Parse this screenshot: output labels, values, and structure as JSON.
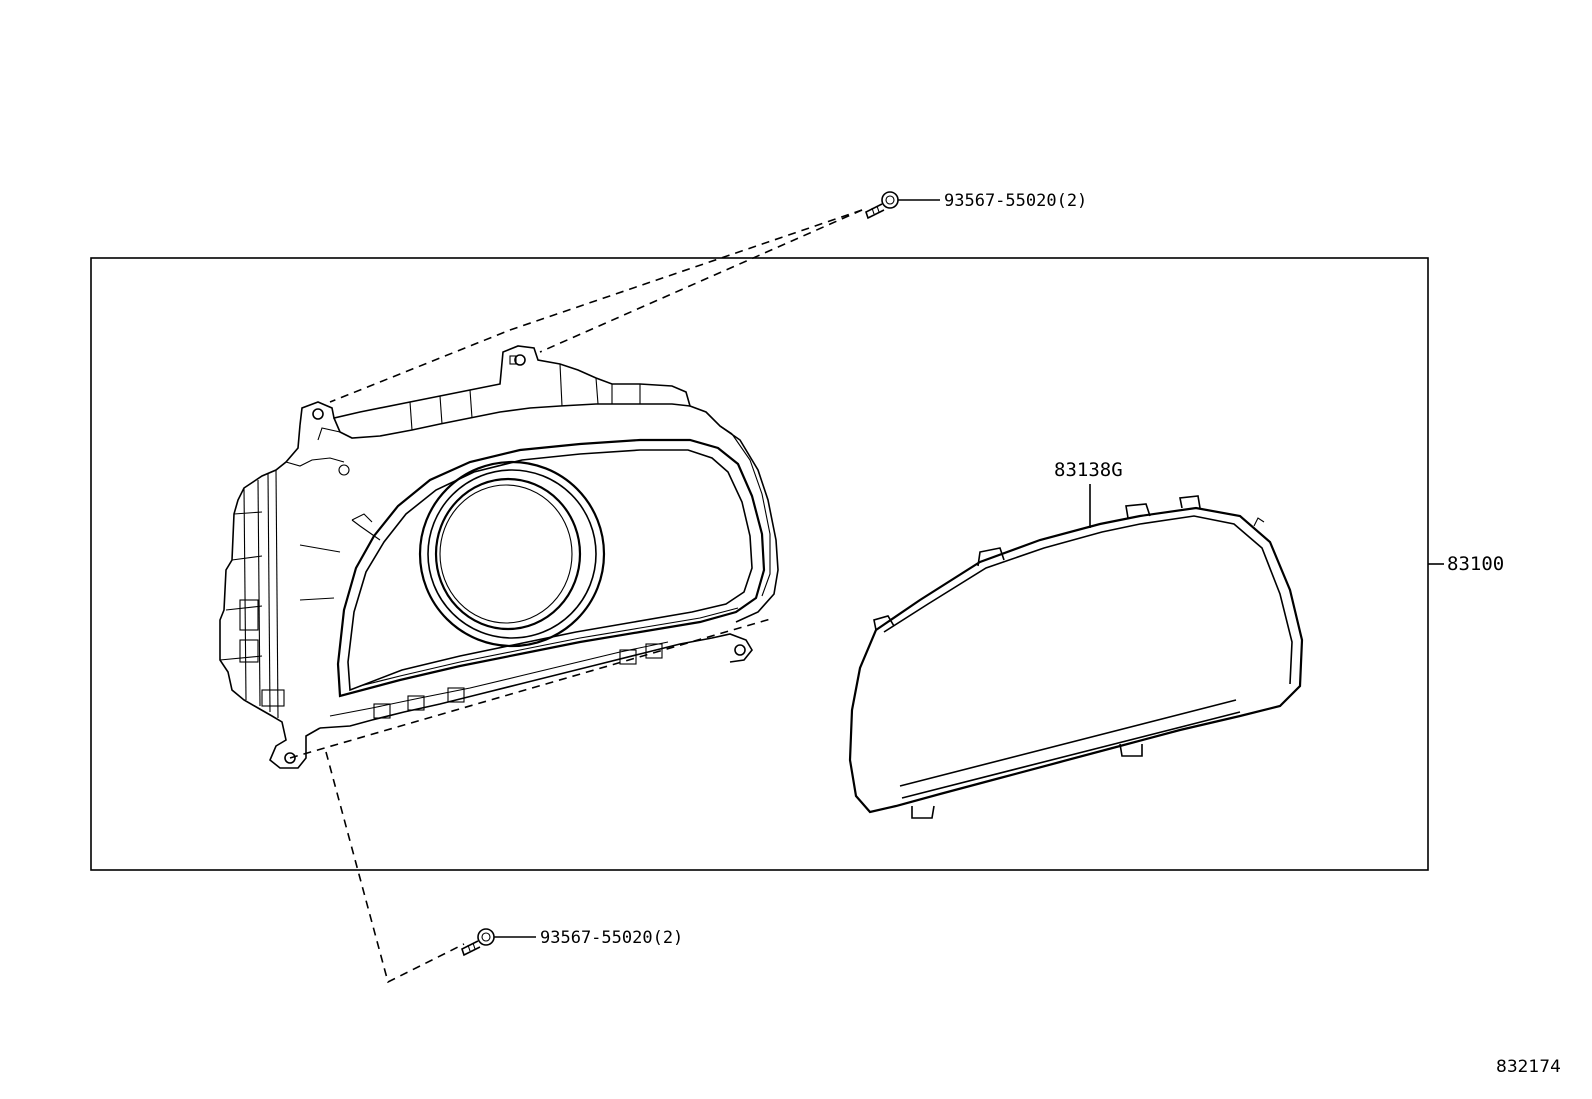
{
  "labels": {
    "screw_top": "93567-55020(2)",
    "screw_bottom": "93567-55020(2)",
    "glass": "83138G",
    "assembly": "83100",
    "diagram_id": "832174"
  }
}
